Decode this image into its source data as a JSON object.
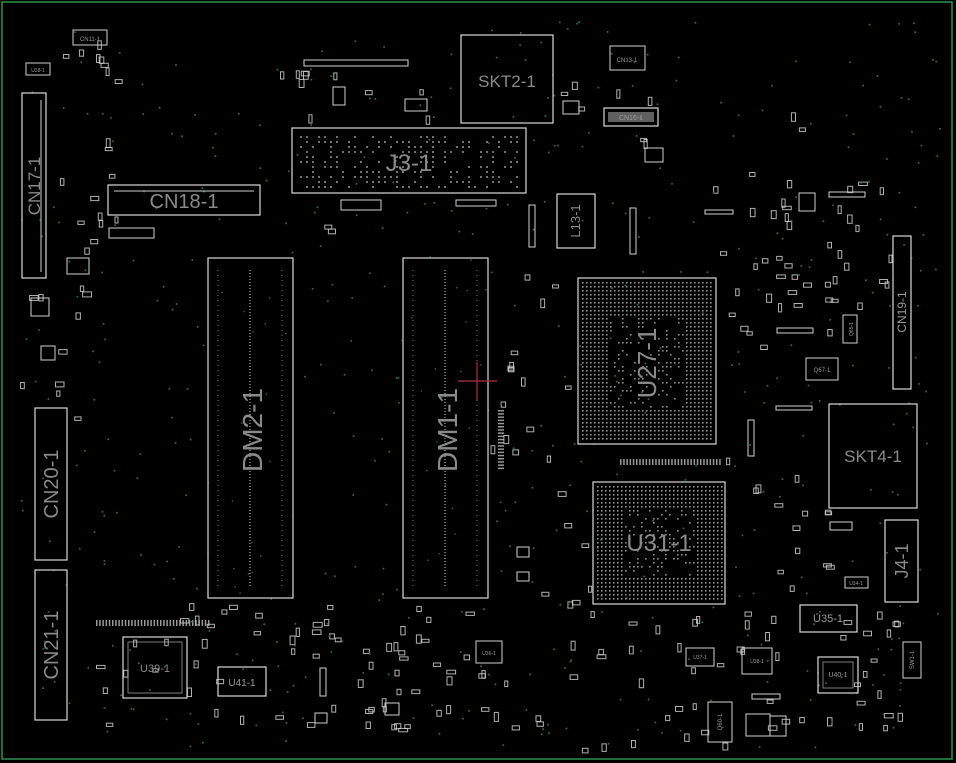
{
  "components": {
    "cn11": "CN11-1",
    "u38": "U38-1",
    "cn17": "CN17-1",
    "cn18": "CN18-1",
    "j3": "J3-1",
    "skt2": "SKT2-1",
    "cn13": "CN13-1",
    "cn16": "CN16-1",
    "l13": "L13-1",
    "dm2": "DM2-1",
    "dm1": "DM1-1",
    "u27": "U27-1",
    "cn19": "CN19-1",
    "q65": "Q65-1",
    "q67": "Q67-1",
    "skt4": "SKT4-1",
    "cn20": "CN20-1",
    "u31": "U31-1",
    "j4": "J4-1",
    "u34": "U34-1",
    "cn21": "CN21-1",
    "u35": "U35-1",
    "u39": "U39-1",
    "u41": "U41-1",
    "u36": "U36-1",
    "u37": "U37-1",
    "u38b": "U38-1",
    "u40": "U40-1",
    "sw1": "SW1-1",
    "q60": "Q60-1"
  },
  "colors": {
    "background": "#000000",
    "outline": "#cfcfcf",
    "label": "#8a8a8a",
    "via": "#1d6b55",
    "cursor": "#b0303a",
    "border": "#2f8f4f"
  }
}
